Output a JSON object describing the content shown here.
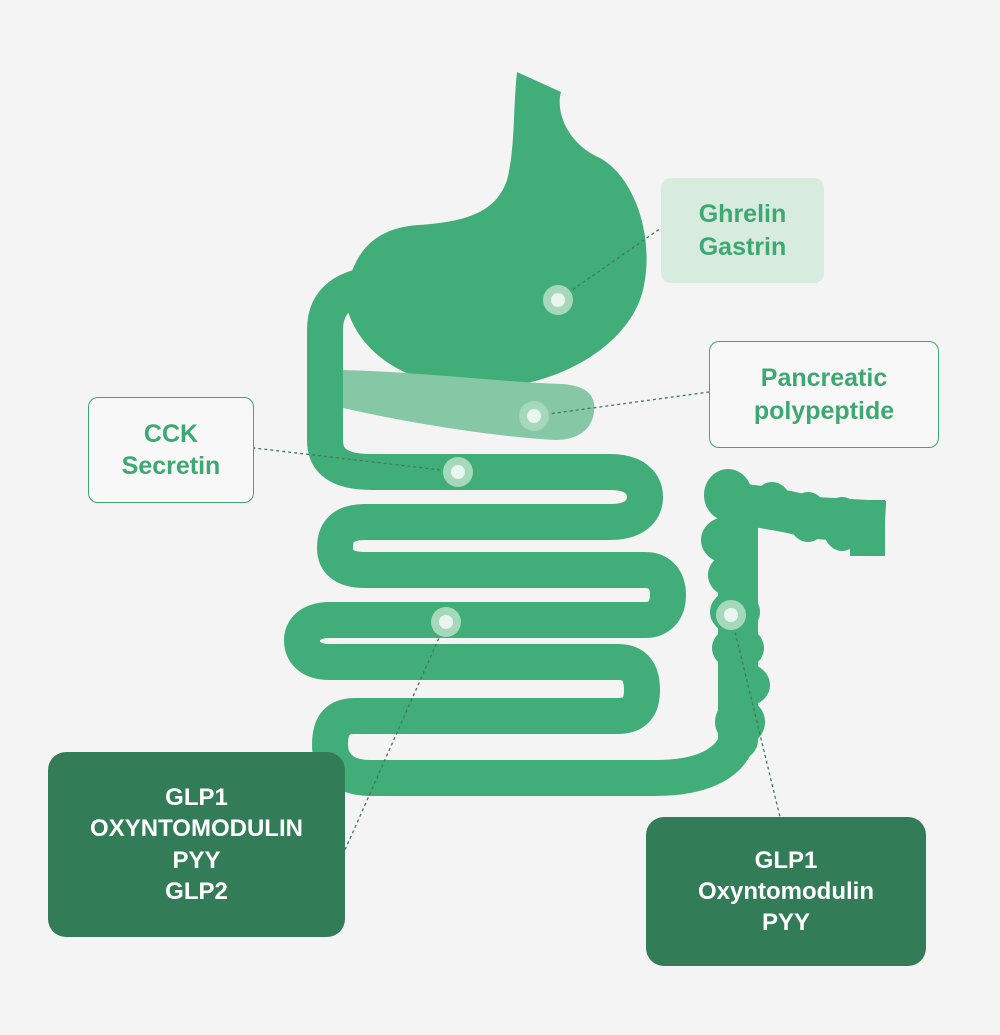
{
  "colors": {
    "background": "#f4f4f4",
    "organ": "#41ad79",
    "pancreas": "#86c8a6",
    "dark_box": "#327d58",
    "pale_box": "#d7ebdf",
    "text_green": "#3ea872",
    "dot": "#e9f6ee",
    "dot_halo": "#a6d8bc",
    "leader": "#3f7a5e"
  },
  "labels": {
    "stomach": {
      "lines": [
        "Ghrelin",
        "Gastrin"
      ]
    },
    "pancreas": {
      "lines": [
        "Pancreatic",
        "polypeptide"
      ]
    },
    "duodenum": {
      "lines": [
        "CCK",
        "Secretin"
      ]
    },
    "small_intestine": {
      "lines": [
        "GLP1",
        "OXYNTOMODULIN",
        "PYY",
        "GLP2"
      ]
    },
    "colon": {
      "lines": [
        "GLP1",
        "Oxyntomodulin",
        "PYY"
      ]
    }
  }
}
